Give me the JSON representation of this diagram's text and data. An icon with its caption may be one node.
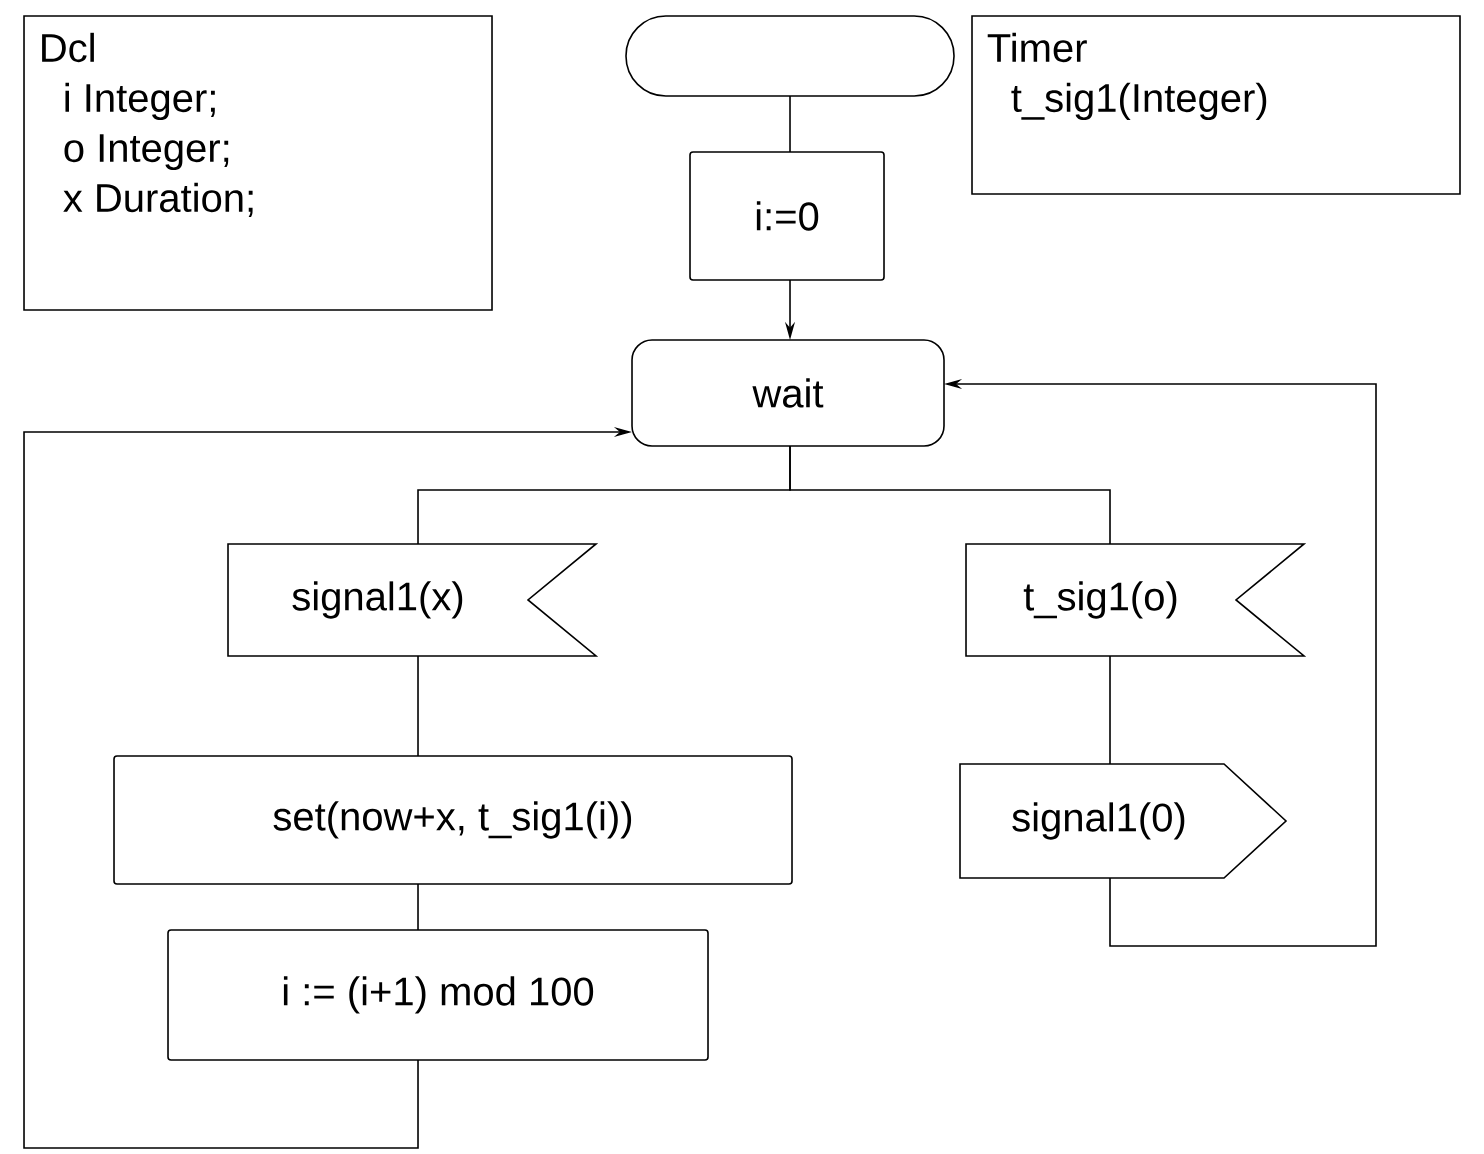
{
  "diagram": {
    "nodes": [
      {
        "text": [
          "Dcl",
          "i Integer;",
          "o Integer;",
          "x Duration;"
        ]
      },
      {
        "text": [
          "Timer",
          "t_sig1(Integer)"
        ]
      },
      {
        "text": [],
        "shape": "capsule"
      },
      {
        "text": [
          "i:=0"
        ]
      },
      {
        "text": [
          "wait"
        ]
      },
      {
        "text": [
          "signal1(x)"
        ]
      },
      {
        "text": [
          "t_sig1(o)"
        ]
      },
      {
        "text": [
          "set(now+x, t_sig1(i))"
        ]
      },
      {
        "text": [
          "i := (i+1) mod 100"
        ]
      },
      {
        "text": [
          "signal1(0)"
        ]
      }
    ],
    "edges": [
      {
        "from": 2,
        "to": 3,
        "arrow": "none"
      },
      {
        "from": 3,
        "to": 4,
        "arrow": "to"
      },
      {
        "from": 4,
        "to": 5,
        "arrow": "none"
      },
      {
        "from": 4,
        "to": 6,
        "arrow": "none"
      },
      {
        "from": 5,
        "to": 7,
        "arrow": "none"
      },
      {
        "from": 7,
        "to": 8,
        "arrow": "none"
      },
      {
        "from": 8,
        "to": 4,
        "arrow": "to"
      },
      {
        "from": 6,
        "to": 9,
        "arrow": "none"
      },
      {
        "from": 9,
        "to": 4,
        "arrow": "to"
      }
    ]
  }
}
